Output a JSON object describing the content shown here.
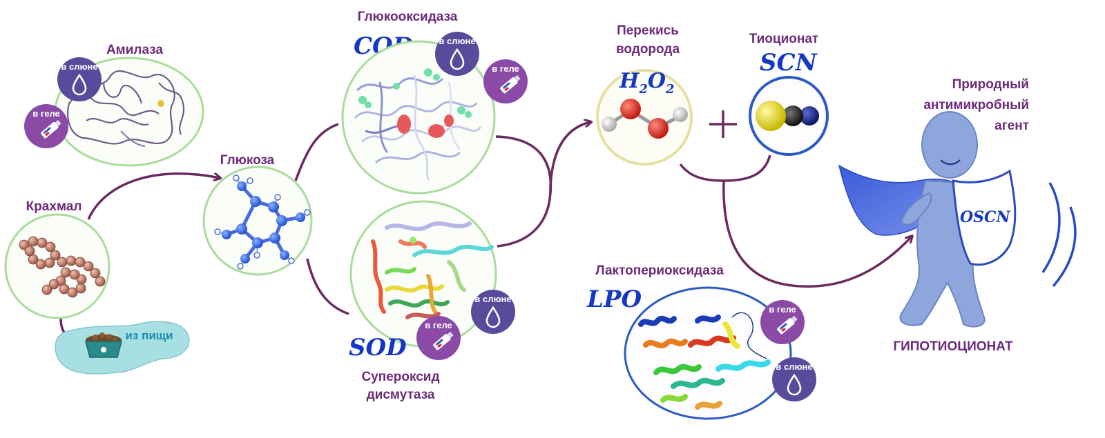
{
  "labels": {
    "starch": "Крахмал",
    "amylase": "Амилаза",
    "glucose": "Глюкоза",
    "glucose_oxidase": "Глюкооксидаза",
    "cod": "COD",
    "sod": "SOD",
    "superoxide_line1": "Супероксид",
    "superoxide_line2": "дисмутаза",
    "peroxide_line1": "Перекись",
    "peroxide_line2": "водорода",
    "h2o2_h": "H",
    "h2o2_2a": "2",
    "h2o2_o": "O",
    "h2o2_2b": "2",
    "thiocyanate": "Тиоционат",
    "scn": "SCN",
    "lactoperoxidase": "Лактопериоксидаза",
    "lpo": "LPO",
    "natural_line1": "Природный",
    "natural_line2": "антимикробный",
    "natural_line3": "агент",
    "oscn": "OSCN",
    "hypothiocyanate": "ГИПОТИОЦИОНАТ",
    "from_food": "из пищи"
  },
  "badges": {
    "saliva": "в слюне",
    "gel": "в геле"
  },
  "colors": {
    "label": "#6b2a7a",
    "abbr": "#1438c4",
    "arrow": "#6b2a5f",
    "badge_saliva": "#5a4a9c",
    "badge_gel": "#8a4aa6",
    "ring_green": "#a8dc9a",
    "ring_yellow": "#e6e0a0",
    "ring_blue": "#2a5ac4",
    "hero": "#8fa6dc"
  },
  "icons": [
    "droplet-icon",
    "gel-tube-icon",
    "pet-bowl-icon",
    "hero-figure-icon",
    "plus-icon"
  ]
}
